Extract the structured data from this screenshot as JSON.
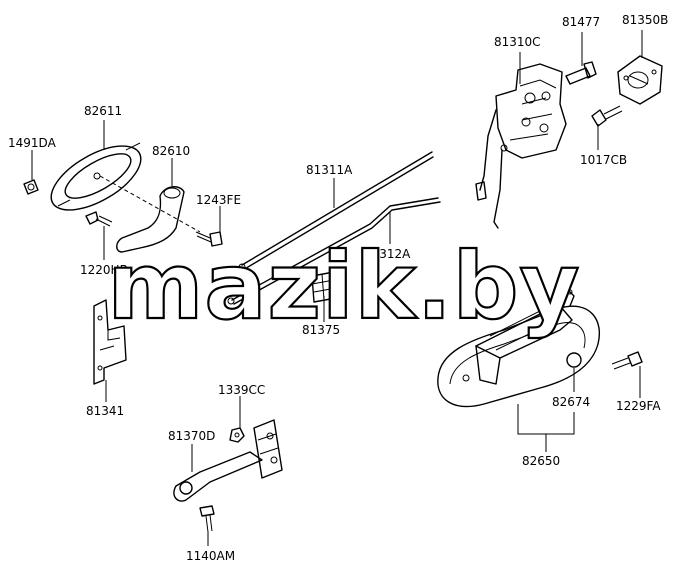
{
  "watermark": "mazik.by",
  "parts": {
    "p1491DA": "1491DA",
    "p82611": "82611",
    "p82610": "82610",
    "p1243FE": "1243FE",
    "p1220HB": "1220HB",
    "p81341": "81341",
    "p81311A": "81311A",
    "p81312A": "81312A",
    "p81375": "81375",
    "p81310C": "81310C",
    "p81477": "81477",
    "p81350B": "81350B",
    "p1017CB": "1017CB",
    "p82674": "82674",
    "p1229FA": "1229FA",
    "p82650": "82650",
    "p1339CC": "1339CC",
    "p81370D": "81370D",
    "p1140AM": "1140AM"
  }
}
